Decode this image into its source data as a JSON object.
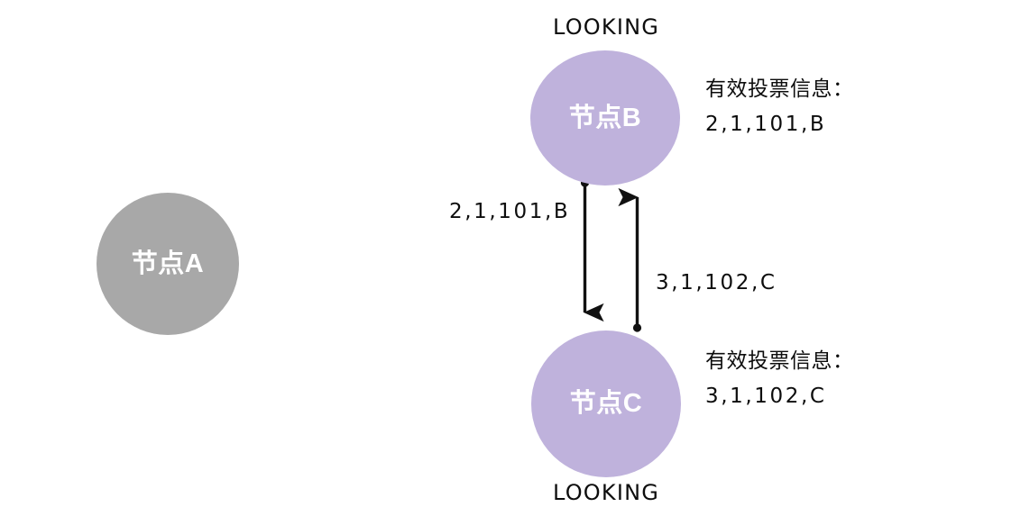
{
  "diagram": {
    "type": "leader-election-vote-exchange",
    "colors": {
      "node_inactive": "#a8a8a8",
      "node_looking": "#bfb2dc",
      "node_text": "#ffffff",
      "text": "#0d0d0d",
      "arrow": "#111111",
      "background": "#ffffff"
    },
    "nodes": [
      {
        "id": "a",
        "label": "节点A",
        "state": null,
        "color": "#a8a8a8",
        "vote_info_title": null,
        "vote_info_value": null
      },
      {
        "id": "b",
        "label": "节点B",
        "state": "LOOKING",
        "color": "#bfb2dc",
        "vote_info_title": "有效投票信息：",
        "vote_info_value": "2,1,101,B"
      },
      {
        "id": "c",
        "label": "节点C",
        "state": "LOOKING",
        "color": "#bfb2dc",
        "vote_info_title": "有效投票信息：",
        "vote_info_value": "3,1,102,C"
      }
    ],
    "edges": [
      {
        "id": "b-to-c",
        "from": "节点B",
        "to": "节点C",
        "label": "2,1,101,B",
        "direction": "down"
      },
      {
        "id": "c-to-b",
        "from": "节点C",
        "to": "节点B",
        "label": "3,1,102,C",
        "direction": "up"
      }
    ]
  }
}
